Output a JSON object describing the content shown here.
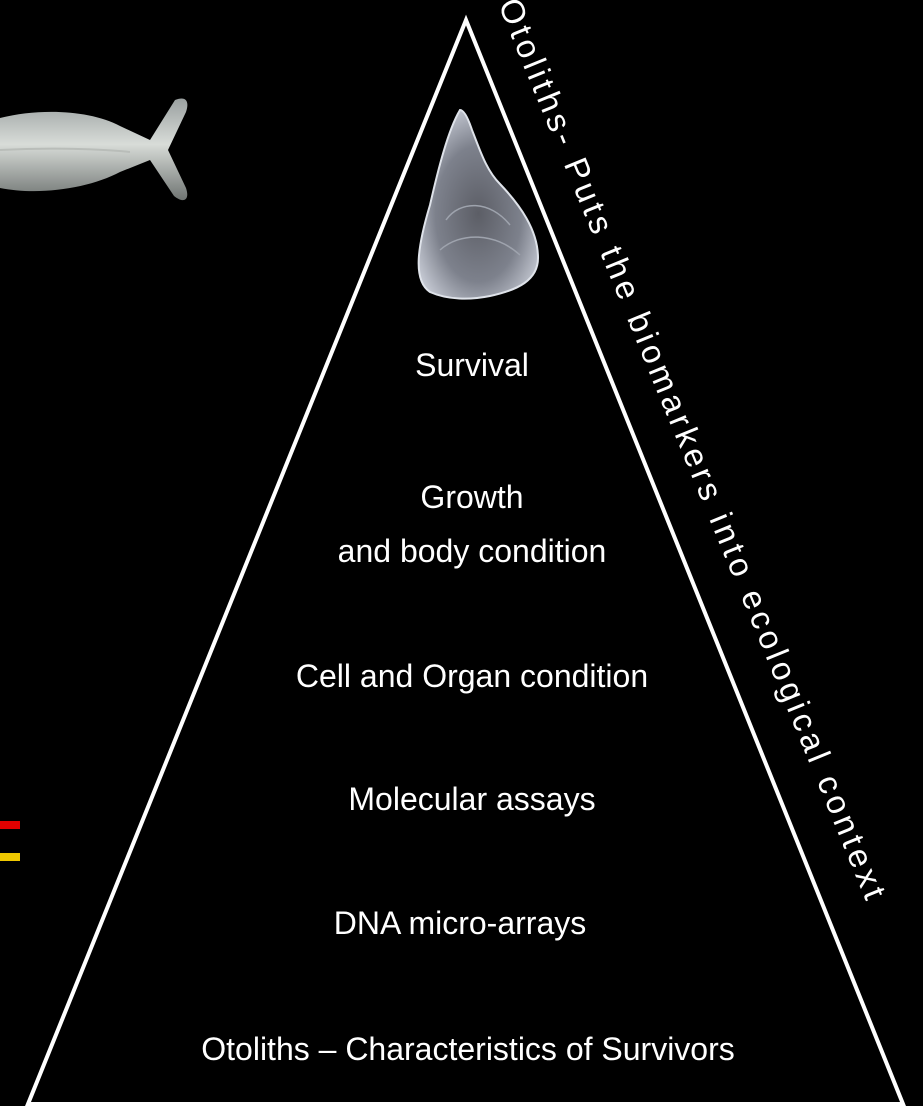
{
  "pyramid": {
    "levels": [
      "Survival",
      "Growth",
      "and body condition",
      "Cell and Organ condition",
      "Molecular assays",
      "DNA micro-arrays",
      "Otoliths – Characteristics of Survivors"
    ],
    "side_label": "Otoliths- Puts the biomarkers into ecological context",
    "stroke_color": "#ffffff",
    "background_color": "#000000"
  },
  "images": {
    "otolith": "otolith-image",
    "fish": "fish-tail-image"
  },
  "accent_colors": {
    "red_bar": "#e00000",
    "yellow_bar": "#f0c800"
  }
}
